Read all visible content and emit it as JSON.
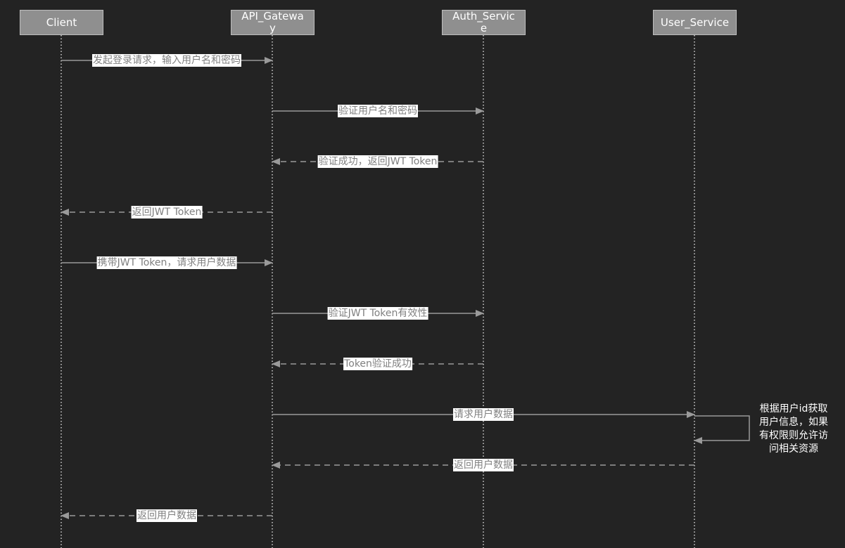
{
  "actors": {
    "client": "Client",
    "gateway": "API_Gatewa\ny",
    "auth": "Auth_Servic\ne",
    "user": "User_Service"
  },
  "messages": [
    {
      "label": "发起登录请求，输入用户名和密码",
      "from": "client",
      "to": "gateway",
      "kind": "sync"
    },
    {
      "label": "验证用户名和密码",
      "from": "gateway",
      "to": "auth",
      "kind": "sync"
    },
    {
      "label": "验证成功，返回JWT Token",
      "from": "auth",
      "to": "gateway",
      "kind": "return"
    },
    {
      "label": "返回JWT Token",
      "from": "gateway",
      "to": "client",
      "kind": "return"
    },
    {
      "label": "携带JWT Token，请求用户数据",
      "from": "client",
      "to": "gateway",
      "kind": "sync"
    },
    {
      "label": "验证JWT Token有效性",
      "from": "gateway",
      "to": "auth",
      "kind": "sync"
    },
    {
      "label": "Token验证成功",
      "from": "auth",
      "to": "gateway",
      "kind": "return"
    },
    {
      "label": "请求用户数据",
      "from": "gateway",
      "to": "user",
      "kind": "sync"
    },
    {
      "label": "返回用户数据",
      "from": "user",
      "to": "gateway",
      "kind": "return"
    },
    {
      "label": "返回用户数据",
      "from": "gateway",
      "to": "client",
      "kind": "return"
    }
  ],
  "self_message": {
    "actor": "user",
    "label": "根据用户id获取\n用户信息，如果\n有权限则允许访\n问相关资源"
  },
  "colors": {
    "background": "#232323",
    "actor_fill": "#8f8f8f",
    "line": "#9a9a9a",
    "label_text": "#808080",
    "label_bg": "#ffffff"
  }
}
